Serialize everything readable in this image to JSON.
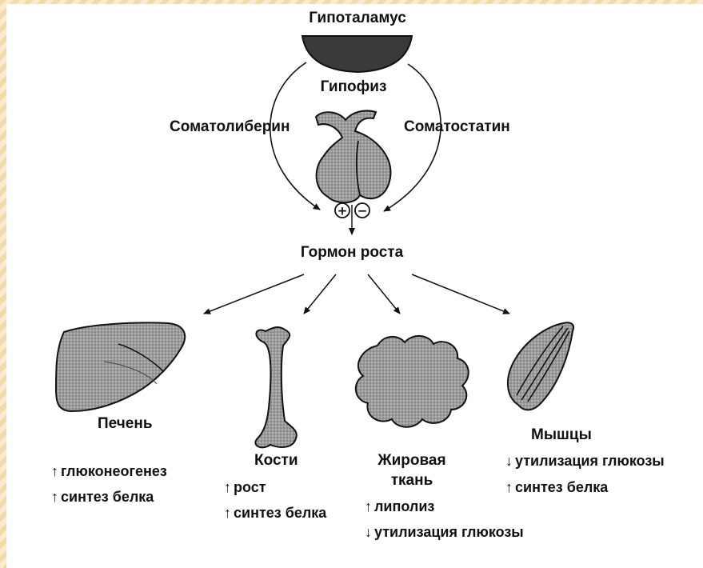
{
  "labels": {
    "hypothalamus": "Гипоталамус",
    "pituitary": "Гипофиз",
    "somatoliberin": "Соматолиберин",
    "somatostatin": "Соматостатин",
    "plus": "+",
    "minus": "−",
    "growth_hormone": "Гормон роста"
  },
  "targets": {
    "liver": {
      "name": "Печень",
      "effects": [
        {
          "arrow": "↑",
          "text": "глюконеогенез"
        },
        {
          "arrow": "↑",
          "text": "синтез белка"
        }
      ]
    },
    "bones": {
      "name": "Кости",
      "effects": [
        {
          "arrow": "↑",
          "text": "рост"
        },
        {
          "arrow": "↑",
          "text": "синтез белка"
        }
      ]
    },
    "fat": {
      "name_line1": "Жировая",
      "name_line2": "ткань",
      "effects": [
        {
          "arrow": "↑",
          "text": "липолиз"
        },
        {
          "arrow": "↓",
          "text": "утилизация глюкозы"
        }
      ]
    },
    "muscles": {
      "name": "Мышцы",
      "effects": [
        {
          "arrow": "↓",
          "text": "утилизация глюкозы"
        },
        {
          "arrow": "↑",
          "text": "синтез белка"
        }
      ]
    }
  }
}
